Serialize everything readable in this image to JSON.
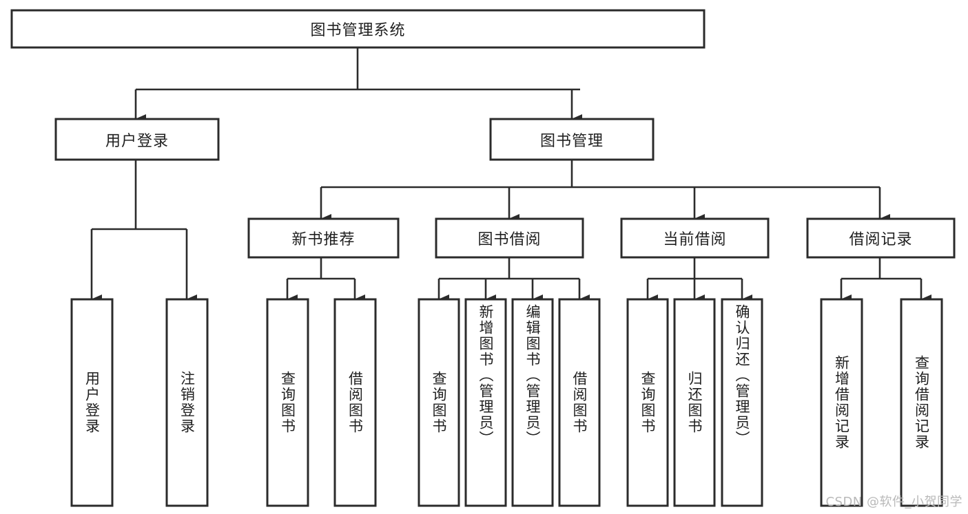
{
  "diagram": {
    "type": "tree-hierarchy",
    "title": "图书管理系统",
    "orientation": "top-down",
    "colors": {
      "box_fill": "#ffffff",
      "box_stroke": "#2b2b2b",
      "connector": "#2b2b2b",
      "text": "#1f1f1f",
      "watermark": "#b9b9b9",
      "background": "#ffffff"
    },
    "root": {
      "label": "图书管理系统"
    },
    "level2": [
      {
        "label": "用户登录"
      },
      {
        "label": "图书管理"
      }
    ],
    "level3": [
      {
        "label": "新书推荐"
      },
      {
        "label": "图书借阅"
      },
      {
        "label": "当前借阅"
      },
      {
        "label": "借阅记录"
      }
    ],
    "leaves": {
      "user_login": [
        {
          "label": "用户登录"
        },
        {
          "label": "注销登录"
        }
      ],
      "new_book_recommend": [
        {
          "label": "查询图书"
        },
        {
          "label": "借阅图书"
        }
      ],
      "book_borrow": [
        {
          "label": "查询图书"
        },
        {
          "label": "新增图书（管理员）"
        },
        {
          "label": "编辑图书（管理员）"
        },
        {
          "label": "借阅图书"
        }
      ],
      "current_borrow": [
        {
          "label": "查询图书"
        },
        {
          "label": "归还图书"
        },
        {
          "label": "确认归还（管理员）"
        }
      ],
      "borrow_record": [
        {
          "label": "新增借阅记录"
        },
        {
          "label": "查询借阅记录"
        }
      ]
    },
    "watermark": "CSDN @软件_小贺同学"
  }
}
